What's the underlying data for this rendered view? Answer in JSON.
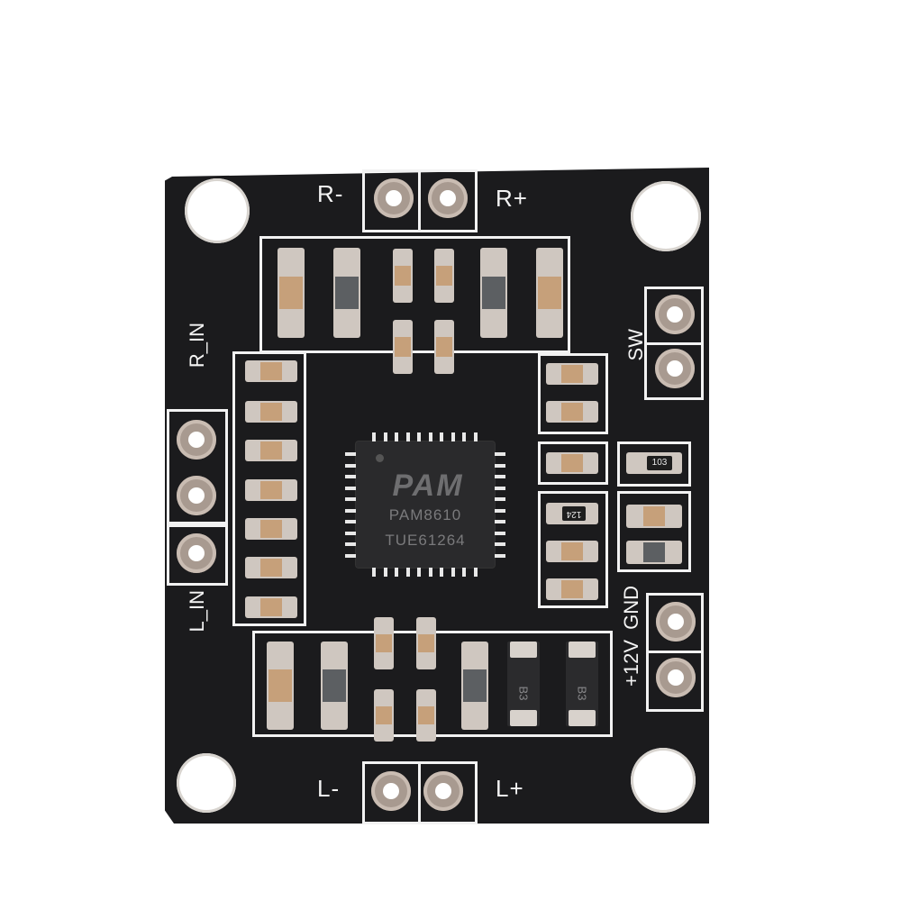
{
  "scene": {
    "subject": "PAM8610 stereo class-D audio amplifier PCB module",
    "background_color": "#ffffff",
    "board_color": "#1b1b1d",
    "silkscreen_color": "#f2f2f2"
  },
  "chip": {
    "logo": "PAM",
    "part_number": "PAM8610",
    "lot_code": "TUE61264",
    "package": "QFN-40"
  },
  "labels": {
    "right_minus": "R-",
    "right_plus": "R+",
    "left_minus": "L-",
    "left_plus": "L+",
    "right_in": "R_IN",
    "left_in": "L_IN",
    "switch": "SW",
    "ground": "GND",
    "power": "+12V"
  },
  "components": {
    "resistor_top": "103",
    "resistor_mid": "124",
    "diode_left": "B3",
    "diode_right": "B3"
  },
  "mounting_holes": 4,
  "through_hole_pads": 11
}
